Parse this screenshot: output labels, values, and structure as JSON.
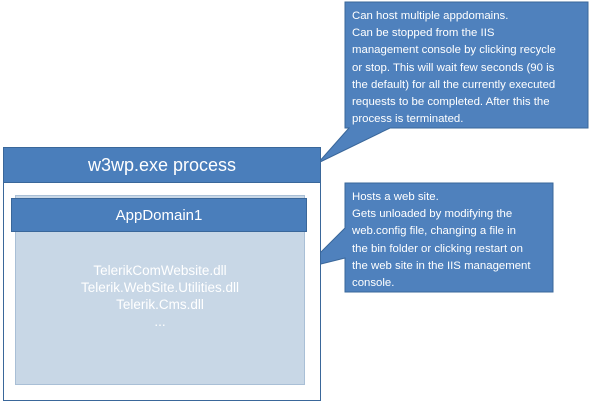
{
  "process": {
    "title": "w3wp.exe process"
  },
  "appdomain": {
    "title": "AppDomain1",
    "assemblies": [
      "TelerikComWebsite.dll",
      "Telerik.WebSite.Utilities.dll",
      "Telerik.Cms.dll",
      "..."
    ]
  },
  "callouts": {
    "process_notes": [
      "Can host multiple appdomains.",
      "Can be stopped from the IIS",
      "management console by clicking recycle",
      "or stop. This will wait few seconds (90  is",
      "the default) for all the currently executed",
      "requests to be completed. After this the",
      "process is terminated."
    ],
    "appdomain_notes": [
      "Hosts a web site.",
      "Gets unloaded by modifying the",
      "web.config file, changing a file in",
      "the bin folder or clicking restart on",
      "the web site in the IIS management",
      "console."
    ]
  },
  "colors": {
    "header_blue": "#4a7ebb",
    "border_blue": "#3a679a",
    "appdomain_fill": "#c8d7e6",
    "callout_fill": "#4f81bd"
  }
}
